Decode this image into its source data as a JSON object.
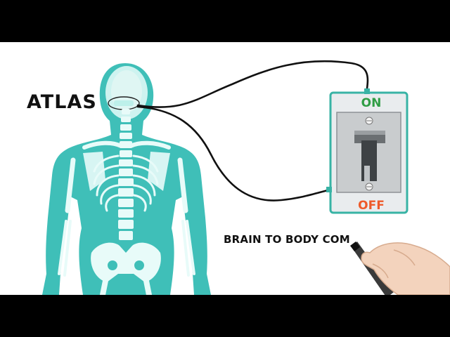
{
  "labels": {
    "atlas": "ATLAS",
    "switch_on": "ON",
    "switch_off": "OFF",
    "caption": "BRAIN TO BODY COM"
  },
  "colors": {
    "skeleton": "#3fbfb8",
    "skeleton_dark": "#2aa39c",
    "bone_highlight": "#e8fbf9",
    "on_green": "#2f9d44",
    "off_red": "#ee5a2a",
    "switch_body": "#e9ecee",
    "switch_edge": "#38b3a5"
  },
  "icons": {
    "switch": "toggle-switch-icon",
    "hand": "hand-with-marker-icon",
    "skeleton": "human-skeleton-icon"
  },
  "switch_state": "on"
}
